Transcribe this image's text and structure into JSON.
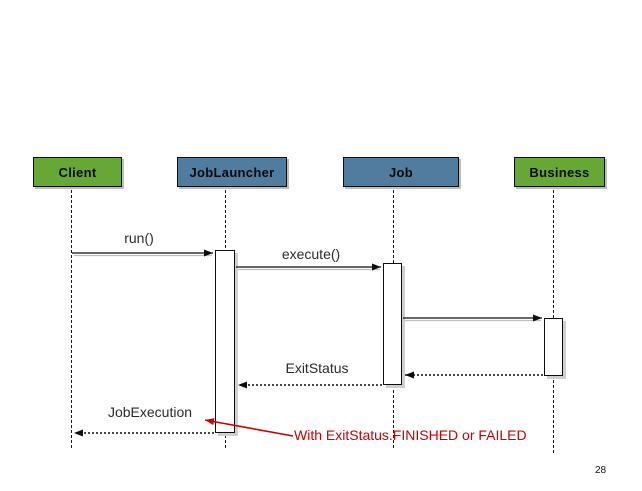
{
  "diagram": {
    "kind": "uml-sequence-diagram",
    "actors": [
      {
        "id": "client",
        "label": "Client",
        "fill": "#66a833"
      },
      {
        "id": "joblauncher",
        "label": "JobLauncher",
        "fill": "#507d9f"
      },
      {
        "id": "job",
        "label": "Job",
        "fill": "#507d9f"
      },
      {
        "id": "business",
        "label": "Business",
        "fill": "#66a833"
      }
    ],
    "messages": [
      {
        "from": "Client",
        "to": "JobLauncher",
        "label": "run()",
        "style": "solid"
      },
      {
        "from": "JobLauncher",
        "to": "Job",
        "label": "execute()",
        "style": "solid"
      },
      {
        "from": "Job",
        "to": "Business",
        "label": "",
        "style": "solid"
      },
      {
        "from": "Business",
        "to": "Job",
        "label": "",
        "style": "dotted"
      },
      {
        "from": "Job",
        "to": "JobLauncher",
        "label": "ExitStatus",
        "style": "dotted"
      },
      {
        "from": "JobLauncher",
        "to": "Client",
        "label": "JobExecution",
        "style": "dotted"
      }
    ],
    "annotation": {
      "text": "With ExitStatus.FINISHED or FAILED",
      "color": "#cc0000"
    },
    "page_number": "28"
  }
}
